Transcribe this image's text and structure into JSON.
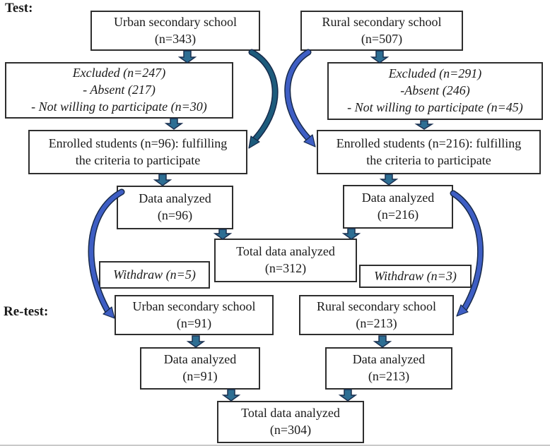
{
  "phase_labels": {
    "test": "Test:",
    "retest": "Re-test:"
  },
  "test_phase": {
    "urban": {
      "school": {
        "line1": "Urban secondary school",
        "line2": "(n=343)"
      },
      "excluded": {
        "line1": "Excluded (n=247)",
        "line2": "- Absent (217)",
        "line3": "- Not willing to participate (n=30)"
      },
      "enrolled": {
        "line1": "Enrolled students (n=96): fulfilling",
        "line2": "the criteria to participate"
      },
      "analyzed": {
        "line1": "Data analyzed",
        "line2": "(n=96)"
      },
      "withdraw": {
        "label": "Withdraw (n=5)"
      }
    },
    "rural": {
      "school": {
        "line1": "Rural secondary school",
        "line2": "(n=507)"
      },
      "excluded": {
        "line1": "Excluded (n=291)",
        "line2": "-Absent (246)",
        "line3": "- Not willing to participate (n=45)"
      },
      "enrolled": {
        "line1": "Enrolled students (n=216): fulfilling",
        "line2": "the criteria to participate"
      },
      "analyzed": {
        "line1": "Data analyzed",
        "line2": "(n=216)"
      },
      "withdraw": {
        "label": "Withdraw (n=3)"
      }
    },
    "total": {
      "line1": "Total data analyzed",
      "line2": "(n=312)"
    }
  },
  "retest_phase": {
    "urban": {
      "school": {
        "line1": "Urban secondary school",
        "line2": "(n=91)"
      },
      "analyzed": {
        "line1": "Data analyzed",
        "line2": "(n=91)"
      }
    },
    "rural": {
      "school": {
        "line1": "Rural secondary school",
        "line2": "(n=213)"
      },
      "analyzed": {
        "line1": "Data analyzed",
        "line2": "(n=213)"
      }
    },
    "total": {
      "line1": "Total data analyzed",
      "line2": "(n=304)"
    }
  },
  "colors": {
    "straight_arrow": "#2d6e93",
    "curve_teal": "#1d5b7c",
    "curve_blue": "#3e5ec4"
  }
}
